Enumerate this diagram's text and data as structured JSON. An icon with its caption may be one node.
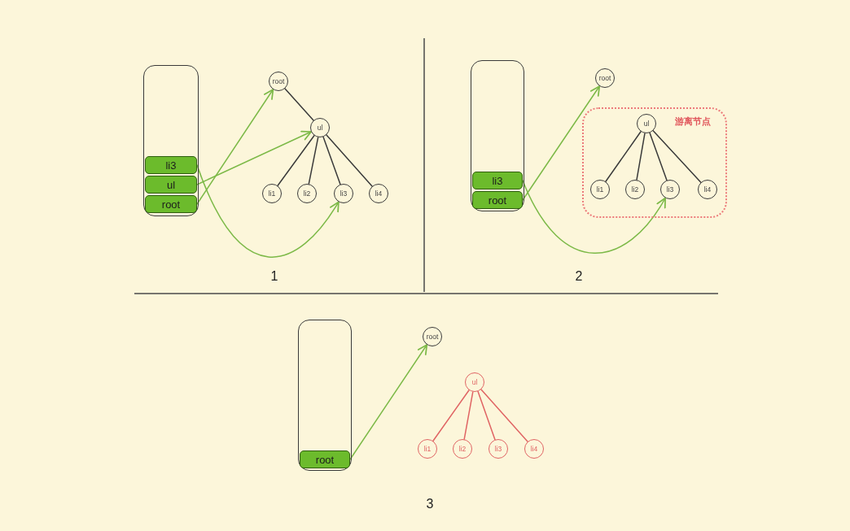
{
  "diagram": {
    "nodes": [
      {
        "text": [],
        "shape": "box"
      },
      {
        "text": [
          "li3"
        ],
        "in": 0
      },
      {
        "text": [
          "ul"
        ],
        "in": 0
      },
      {
        "text": [
          "root"
        ],
        "in": 0
      },
      {
        "text": [
          "root"
        ]
      },
      {
        "text": [
          "ul"
        ]
      },
      {
        "text": [
          "li1"
        ]
      },
      {
        "text": [
          "li2"
        ]
      },
      {
        "text": [
          "li3"
        ]
      },
      {
        "text": [
          "li4"
        ]
      },
      {
        "text": [],
        "shape": "box"
      },
      {
        "text": [
          "li3"
        ],
        "in": 10
      },
      {
        "text": [
          "root"
        ],
        "in": 10
      },
      {
        "text": [
          "root"
        ]
      },
      {
        "text": [
          "游离节点"
        ]
      },
      {
        "text": [
          "ul"
        ],
        "in": 14
      },
      {
        "text": [
          "li1"
        ],
        "in": 14
      },
      {
        "text": [
          "li2"
        ],
        "in": 14
      },
      {
        "text": [
          "li3"
        ],
        "in": 14
      },
      {
        "text": [
          "li4"
        ],
        "in": 14
      },
      {
        "text": [],
        "shape": "box"
      },
      {
        "text": [
          "root"
        ],
        "in": 20
      },
      {
        "text": [
          "root"
        ]
      },
      {
        "text": [
          "ul"
        ]
      },
      {
        "text": [
          "li1"
        ]
      },
      {
        "text": [
          "li2"
        ]
      },
      {
        "text": [
          "li3"
        ]
      },
      {
        "text": [
          "li4"
        ]
      }
    ],
    "edges": [
      {
        "from": 4,
        "to": 5,
        "arrow": "none"
      },
      {
        "from": 5,
        "to": 6,
        "arrow": "none"
      },
      {
        "from": 5,
        "to": 7,
        "arrow": "none"
      },
      {
        "from": 5,
        "to": 8,
        "arrow": "none"
      },
      {
        "from": 5,
        "to": 9,
        "arrow": "none"
      },
      {
        "from": 3,
        "to": 4,
        "arrow": "to",
        "color": "#7cb947"
      },
      {
        "from": 2,
        "to": 5,
        "arrow": "to",
        "color": "#7cb947"
      },
      {
        "from": 1,
        "to": 8,
        "arrow": "to",
        "color": "#7cb947"
      },
      {
        "from": 15,
        "to": 16,
        "arrow": "none"
      },
      {
        "from": 15,
        "to": 17,
        "arrow": "none"
      },
      {
        "from": 15,
        "to": 18,
        "arrow": "none"
      },
      {
        "from": 15,
        "to": 19,
        "arrow": "none"
      },
      {
        "from": 12,
        "to": 13,
        "arrow": "to",
        "color": "#7cb947"
      },
      {
        "from": 11,
        "to": 18,
        "arrow": "to",
        "color": "#7cb947"
      },
      {
        "from": 21,
        "to": 22,
        "arrow": "to",
        "color": "#7cb947"
      },
      {
        "from": 23,
        "to": 24,
        "arrow": "none",
        "color": "#e06464"
      },
      {
        "from": 23,
        "to": 25,
        "arrow": "none",
        "color": "#e06464"
      },
      {
        "from": 23,
        "to": 26,
        "arrow": "none",
        "color": "#e06464"
      },
      {
        "from": 23,
        "to": 27,
        "arrow": "none",
        "color": "#e06464"
      }
    ],
    "labels": [
      "1",
      "2",
      "3"
    ]
  }
}
